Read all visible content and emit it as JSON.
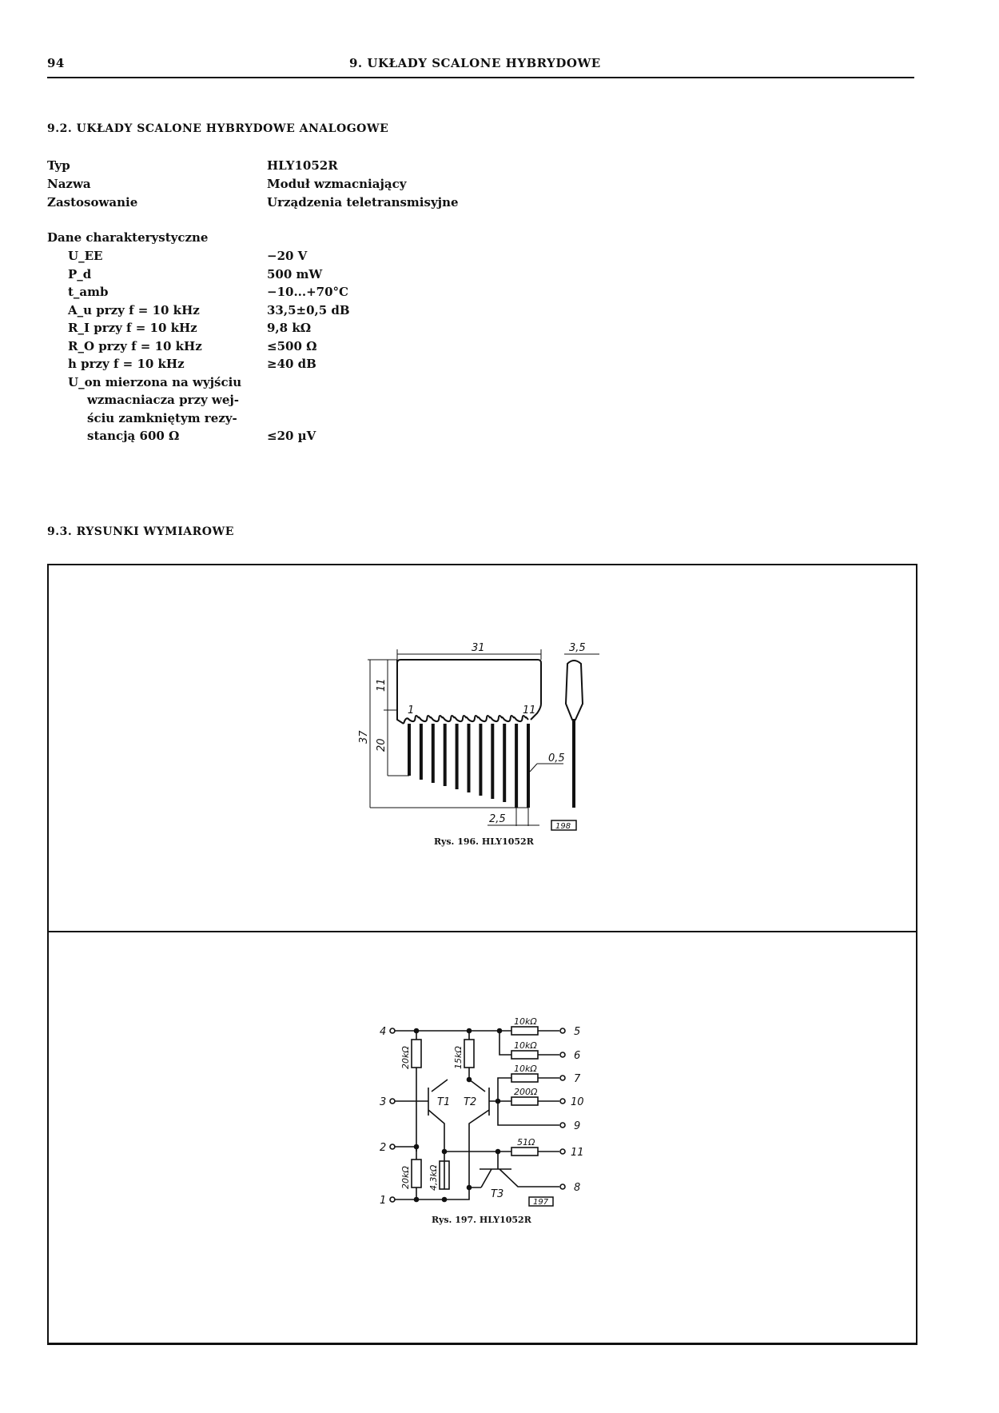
{
  "header": {
    "page_number": "94",
    "chapter_title": "9. UKŁADY SCALONE HYBRYDOWE"
  },
  "section_92": {
    "heading": "9.2. UKŁADY SCALONE HYBRYDOWE ANALOGOWE",
    "rows": [
      {
        "label": "Typ",
        "value": "HLY1052R"
      },
      {
        "label": "Nazwa",
        "value": "Moduł wzmacniający"
      },
      {
        "label": "Zastosowanie",
        "value": "Urządzenia teletransmisyjne"
      }
    ],
    "params_heading": "Dane charakterystyczne",
    "params": [
      {
        "label": "U_EE",
        "value": "−20 V"
      },
      {
        "label": "P_d",
        "value": "500 mW"
      },
      {
        "label": "t_amb",
        "value": "−10...+70°C"
      },
      {
        "label": "A_u przy f = 10 kHz",
        "value": "33,5±0,5 dB"
      },
      {
        "label": "R_I przy f = 10 kHz",
        "value": "9,8 kΩ"
      },
      {
        "label": "R_O przy f = 10 kHz",
        "value": "≤500 Ω"
      },
      {
        "label": "h przy f = 10 kHz",
        "value": "≥40 dB"
      }
    ],
    "uon_lines": [
      "U_on mierzona na wyjściu",
      "wzmacniacza przy wej-",
      "ściu zamkniętym rezy-",
      "stancją 600 Ω"
    ],
    "uon_value": "≤20 µV"
  },
  "section_93": {
    "heading": "9.3. RYSUNKI WYMIAROWE"
  },
  "figure_196": {
    "caption": "Rys. 196. HLY1052R",
    "tag": "198",
    "dims": {
      "width": "31",
      "thickness": "3,5",
      "body_height": "11",
      "pin_length": "20",
      "total": "37",
      "pin_width": "0,5",
      "pitch": "2,5",
      "pin_first": "1",
      "pin_last": "11"
    }
  },
  "figure_197": {
    "caption": "Rys. 197. HLY1052R",
    "tag": "197",
    "nodes": {
      "n1": "1",
      "n2": "2",
      "n3": "3",
      "n4": "4",
      "n5": "5",
      "n6": "6",
      "n7": "7",
      "n8": "8",
      "n9": "9",
      "n10": "10",
      "n11": "11"
    },
    "resistors": {
      "r_top_left": "20kΩ",
      "r_bot_left": "20kΩ",
      "r_15k": "15kΩ",
      "r_43k": "4,3kΩ",
      "r5": "10kΩ",
      "r6": "10kΩ",
      "r7": "10kΩ",
      "r10": "200Ω",
      "r11": "51Ω"
    },
    "transistors": {
      "t1": "T1",
      "t2": "T2",
      "t3": "T3"
    }
  }
}
